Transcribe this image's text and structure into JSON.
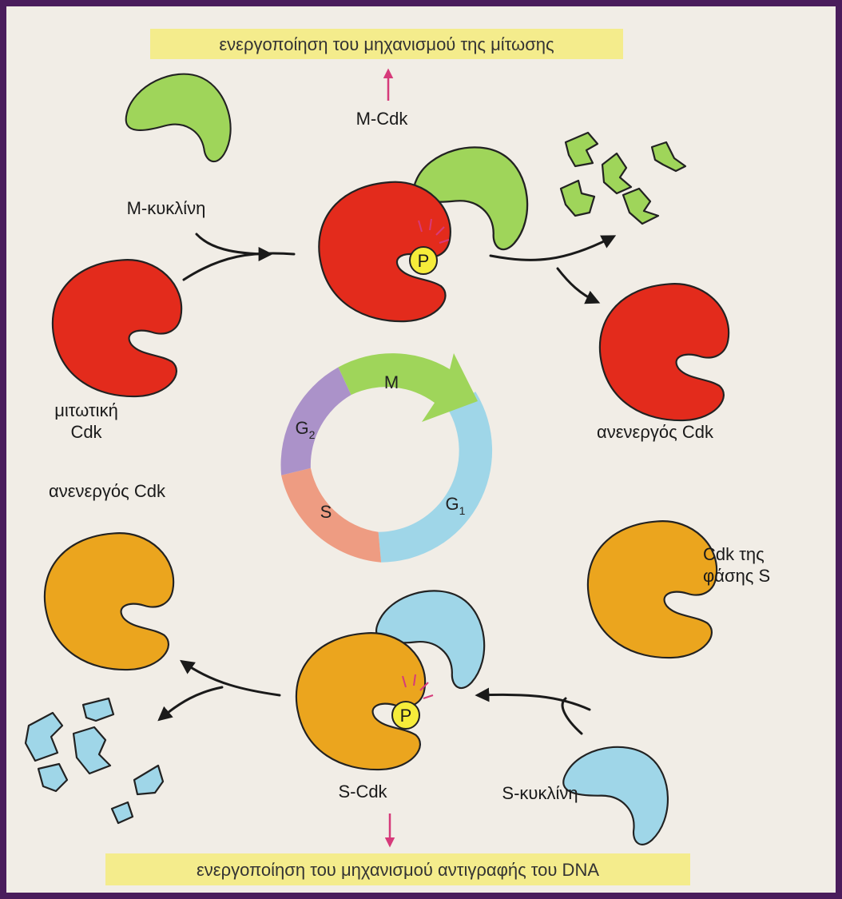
{
  "top_banner": "ενεργοποίηση του μηχανισμού της μίτωσης",
  "bottom_banner": "ενεργοποίηση του μηχανισμού αντιγραφής του DNA",
  "labels": {
    "m_cdk": "M-Cdk",
    "m_cyclin": "Μ-κυκλίνη",
    "mitotic_cdk_line1": "μιτωτική",
    "mitotic_cdk_line2": "Cdk",
    "inactive_cdk_right": "ανενεργός Cdk",
    "inactive_cdk_left": "ανενεργός Cdk",
    "s_phase_cdk_line1": "Cdk της",
    "s_phase_cdk_line2": "φάσης S",
    "s_cdk": "S-Cdk",
    "s_cyclin": "S-κυκλίνη",
    "phosphate": "P"
  },
  "cycle": {
    "M": "M",
    "G1": "G",
    "G1_sub": "1",
    "S": "S",
    "G2": "G",
    "G2_sub": "2"
  },
  "colors": {
    "mitotic_cdk": "#e32b1c",
    "s_cdk": "#eba51e",
    "m_cyclin": "#9fd55a",
    "s_cyclin": "#9fd6e8",
    "phase_m": "#9fd55a",
    "phase_g1": "#9fd6e8",
    "phase_s": "#ee9c82",
    "phase_g2": "#ab92c9",
    "banner": "#f4ec8c",
    "phosphate": "#f6ec3a",
    "pink_arrow": "#d63a7a"
  }
}
